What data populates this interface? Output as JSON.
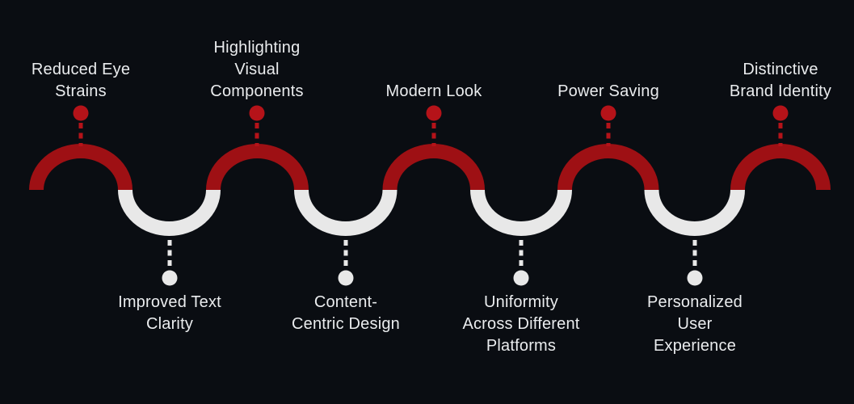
{
  "colors": {
    "background": "#0a0d12",
    "red_arc": "#9e1014",
    "red_marker": "#b51319",
    "white_arc": "#e8e8e8",
    "white_marker": "#e8e8e8",
    "label_text": "#eaecee"
  },
  "diagram": {
    "type": "alternating-wave-timeline",
    "theme": "dark-mode-benefits",
    "top_items": [
      {
        "label": "Reduced Eye\nStrains",
        "marker": "red-dot"
      },
      {
        "label": "Highlighting\nVisual\nComponents",
        "marker": "red-dot"
      },
      {
        "label": "Modern Look",
        "marker": "red-dot"
      },
      {
        "label": "Power Saving",
        "marker": "red-dot"
      },
      {
        "label": "Distinctive\nBrand Identity",
        "marker": "red-dot"
      }
    ],
    "bottom_items": [
      {
        "label": "Improved Text\nClarity",
        "marker": "white-dot"
      },
      {
        "label": "Content-\nCentric Design",
        "marker": "white-dot"
      },
      {
        "label": "Uniformity\nAcross Different\nPlatforms",
        "marker": "white-dot"
      },
      {
        "label": "Personalized\nUser\nExperience",
        "marker": "white-dot"
      }
    ]
  }
}
